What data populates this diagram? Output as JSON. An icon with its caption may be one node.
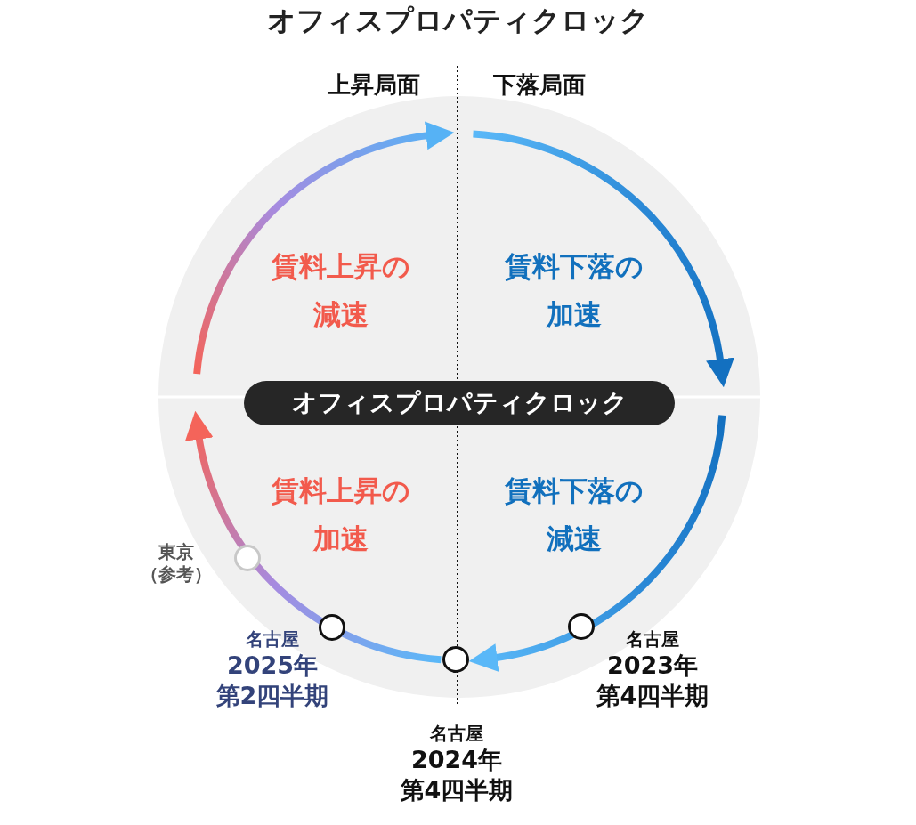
{
  "diagram": {
    "title": "オフィスプロパティクロック",
    "nodes": [
      {
        "text": [],
        "shape": "circle"
      },
      {
        "text": [
          "オフィスプロパティクロック"
        ],
        "in": 0
      },
      {
        "text": [],
        "shape": "circle",
        "in": 0,
        "beside": [
          "東京",
          "（参考）"
        ]
      },
      {
        "text": [],
        "shape": "circle",
        "in": 0,
        "beside": [
          "名古屋",
          "2025年",
          "第2四半期"
        ]
      },
      {
        "text": [],
        "shape": "circle",
        "in": 0,
        "beside": [
          "名古屋",
          "2024年",
          "第4四半期"
        ]
      },
      {
        "text": [],
        "shape": "circle",
        "in": 0,
        "beside": [
          "名古屋",
          "2023年",
          "第4四半期"
        ]
      }
    ],
    "labels": [
      "上昇局面",
      "下落局面",
      "賃料上昇の減速",
      "賃料下落の加速",
      "賃料上昇の加速",
      "賃料下落の減速"
    ]
  }
}
